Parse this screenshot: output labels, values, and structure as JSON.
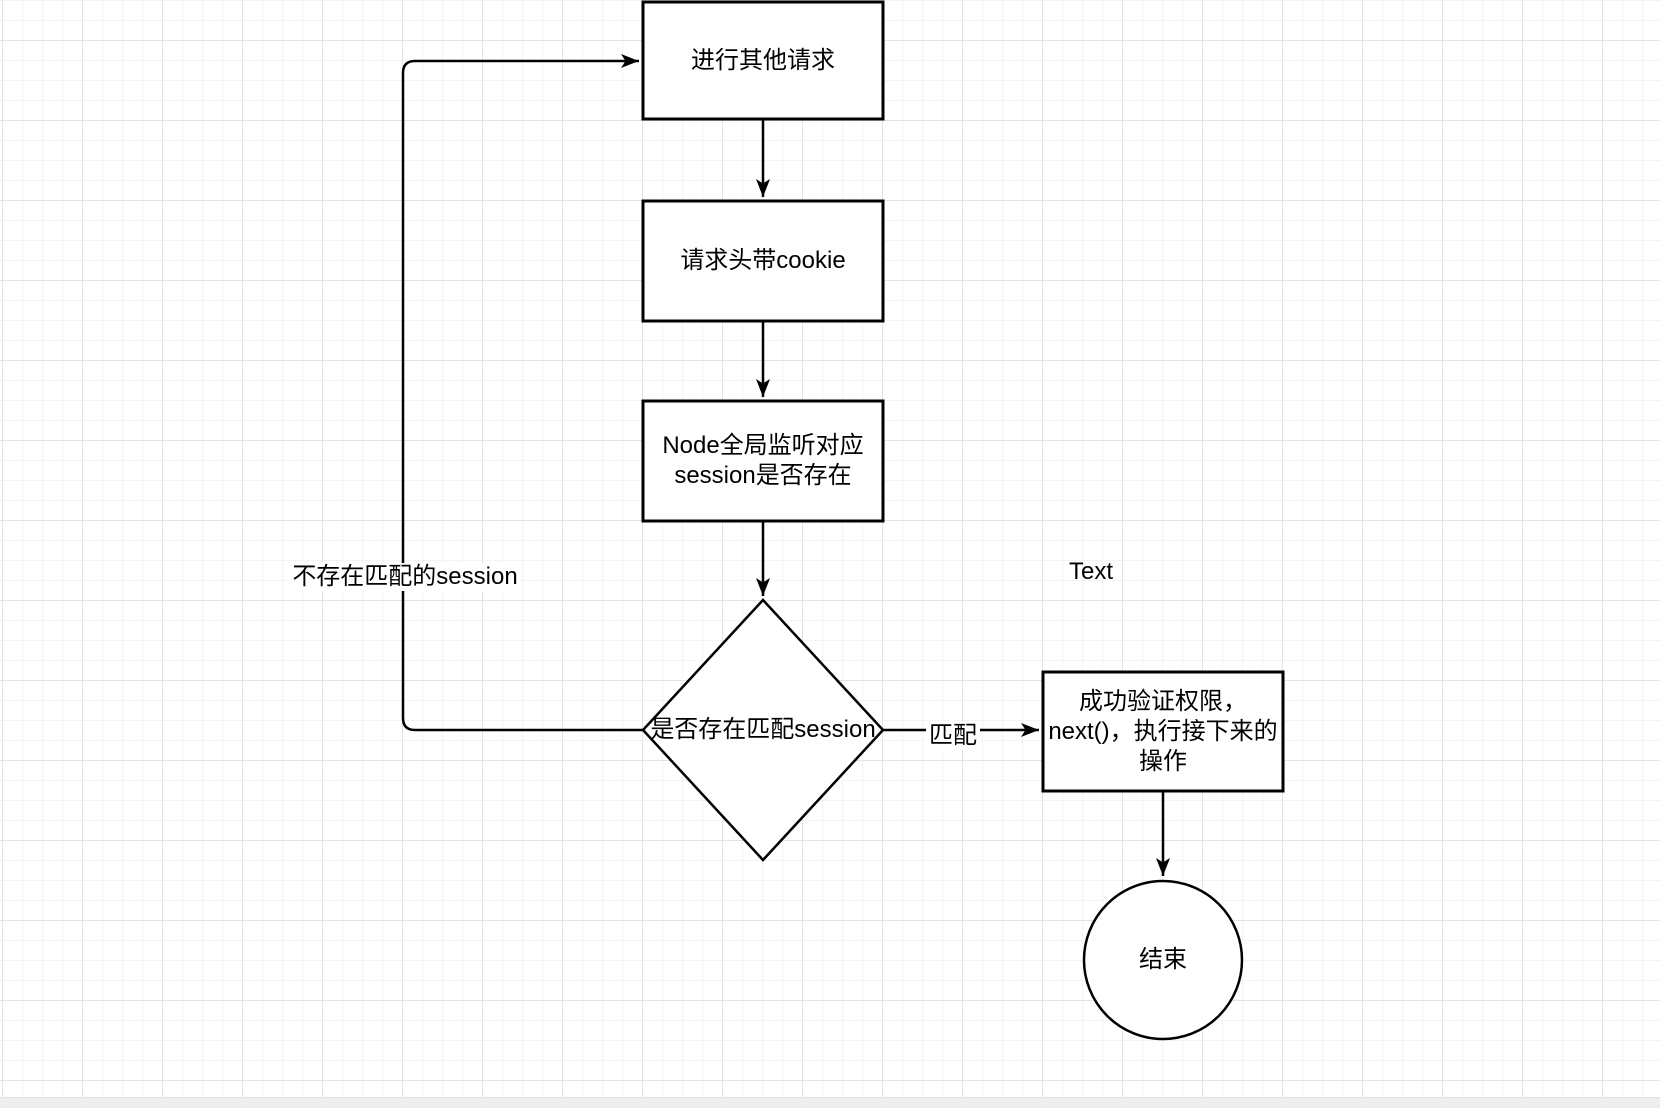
{
  "canvas": {
    "background_color": "#ffffff",
    "grid_minor_color": "#f4f4f6",
    "grid_major_color": "#e3e3e6",
    "shape_stroke_color": "#000000",
    "shape_fill_color": "#ffffff",
    "text_color": "#000000"
  },
  "nodes": {
    "other_requests": {
      "shape": "rect",
      "label": "进行其他请求"
    },
    "cookie_header": {
      "shape": "rect",
      "label": "请求头带cookie"
    },
    "session_listener": {
      "shape": "rect",
      "label": "Node全局监听对应\nsession是否存在"
    },
    "match_decision": {
      "shape": "diamond",
      "label": "是否存在匹配session"
    },
    "verify_success": {
      "shape": "rect",
      "label": "成功验证权限，\nnext()，执行接下来的\n操作"
    },
    "end": {
      "shape": "circle",
      "label": "结束"
    }
  },
  "edge_labels": {
    "match": "匹配",
    "no_match": "不存在匹配的session",
    "free_text": "Text"
  },
  "edges": [
    {
      "from": "other_requests",
      "to": "cookie_header",
      "label": ""
    },
    {
      "from": "cookie_header",
      "to": "session_listener",
      "label": ""
    },
    {
      "from": "session_listener",
      "to": "match_decision",
      "label": ""
    },
    {
      "from": "match_decision",
      "to": "verify_success",
      "label": "匹配"
    },
    {
      "from": "verify_success",
      "to": "end",
      "label": ""
    },
    {
      "from": "match_decision",
      "to": "other_requests",
      "label": "不存在匹配的session"
    }
  ]
}
